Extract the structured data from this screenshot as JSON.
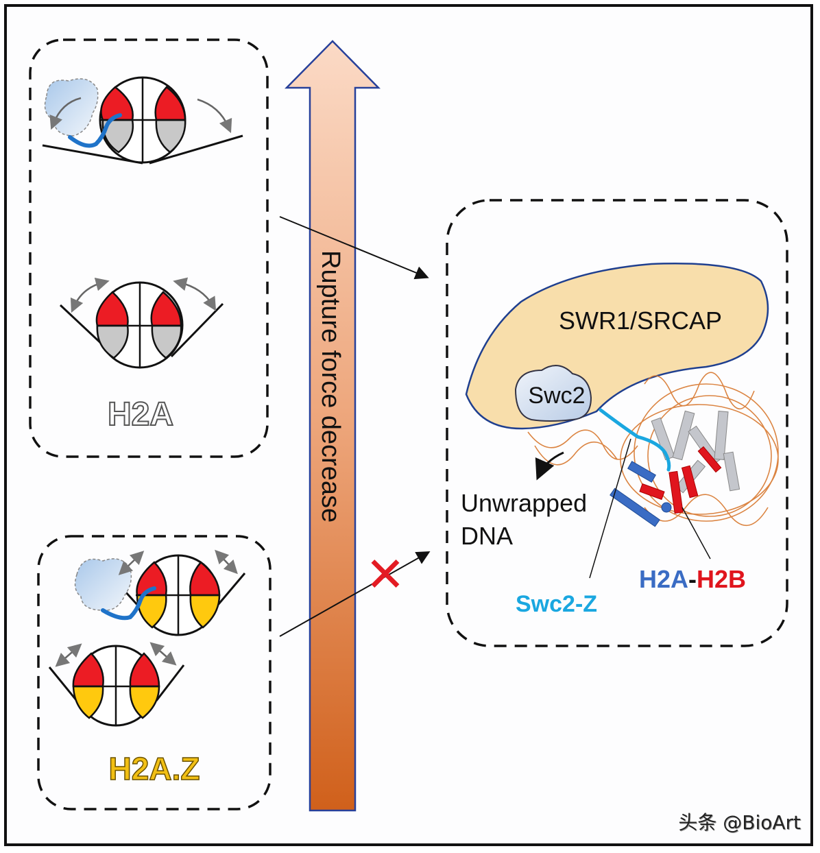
{
  "arrow": {
    "label": "Rupture force decrease",
    "gradient_top": "#fbd9c3",
    "gradient_bottom": "#d2621c",
    "outline": "#27409a"
  },
  "panels": {
    "h2a": {
      "label": "H2A",
      "dimer_top_color": "#ec1c24",
      "dimer_bottom_color": "#c8c8c8"
    },
    "h2az": {
      "label": "H2A.Z",
      "label_color": "#f2c014",
      "dimer_top_color": "#ec1c24",
      "dimer_bottom_color": "#ffc90e"
    },
    "complex": {
      "remodeler_label": "SWR1/SRCAP",
      "remodeler_color": "#f8deab",
      "swc2_label": "Swc2",
      "unwrapped_label_line1": "Unwrapped",
      "unwrapped_label_line2": "DNA",
      "swc2z_label": "Swc2-Z",
      "swc2z_color": "#1aa7e0",
      "h2a_label": "H2A",
      "dash_label": "-",
      "h2b_label": "H2B",
      "h2a_color": "#3a6cc4",
      "h2b_color": "#e0151d"
    }
  },
  "connectors": {
    "blocked_mark": "✕",
    "blocked_color": "#e31b23"
  },
  "watermark": "头条 @BioArt"
}
